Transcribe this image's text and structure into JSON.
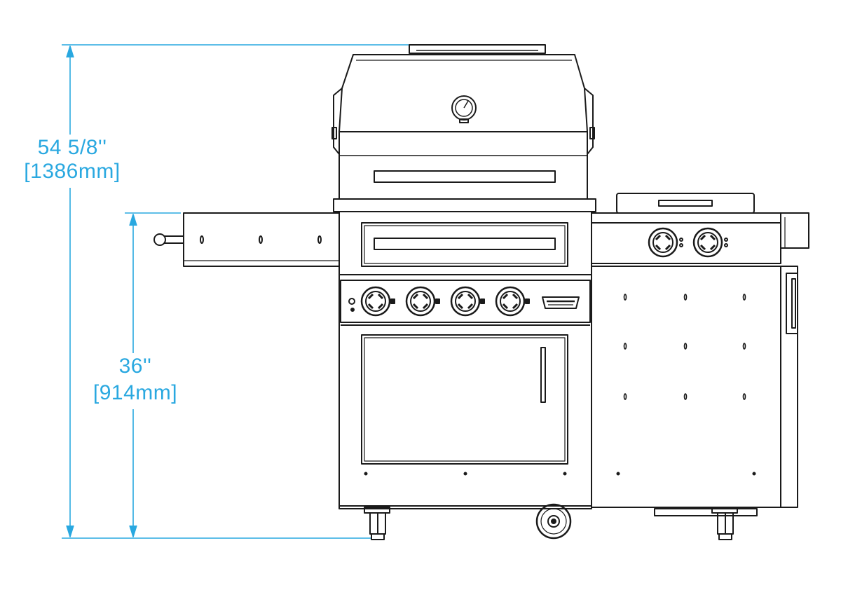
{
  "colors": {
    "dimension": "#29a8e0",
    "outline": "#1a1a1a",
    "background": "#ffffff"
  },
  "dimensions": {
    "overall_height": {
      "imperial": "54 5/8''",
      "metric": "[1386mm]"
    },
    "counter_height": {
      "imperial": "36''",
      "metric": "[914mm]"
    }
  },
  "product": {
    "burner_knob_count": 4,
    "side_burner_knob_count": 2,
    "badge_icon": "brand-badge-icon",
    "thermometer_icon": "lid-thermometer-icon"
  }
}
